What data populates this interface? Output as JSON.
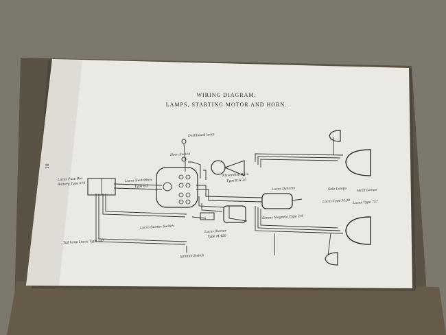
{
  "diagram": {
    "title": "WIRING DIAGRAM.",
    "subtitle": "LAMPS, STARTING MOTOR AND HORN.",
    "page_number": "10",
    "labels": {
      "fusebox": "Lucas Fuse Box",
      "fusebox_type": "Battery Type 674",
      "switch": "Lucas Switchbox",
      "switch_type": "Type 6/5",
      "dash_lamp": "Dashboard lamp",
      "horn_switch": "Horn Switch",
      "horn": "Klaxonette Horn",
      "horn_type": "Type K.H.25",
      "dynamo": "Lucas Dynamo",
      "starter_switch": "Lucas Starter Switch",
      "starter": "Lucas Starter",
      "starter_type": "Type M.420",
      "tail_lamp": "Tail lamp Lucas Type 547",
      "magneto": "Simms Magneto Type 2/4",
      "side_lamps": "Side Lamps",
      "side_lamps_make": "Lucas Type M.30",
      "head_lamps": "Head Lamps",
      "head_lamps_make": "Lucas Type 757",
      "ignition_switch": "Ignition Switch"
    }
  }
}
